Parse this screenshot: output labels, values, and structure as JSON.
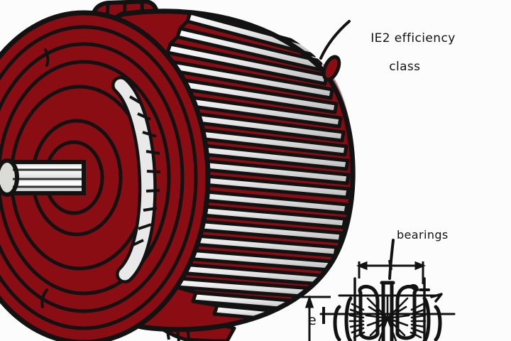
{
  "scene": {
    "title": "Hand-drawn sketch of an electric induction motor with annotations",
    "background_color": "#fdfcfc",
    "ink_color": "#121212"
  },
  "annotations": {
    "ie2": {
      "line1": "IE2 efficiency",
      "line2": "class",
      "leader": "curved-leader-line"
    },
    "bearings": {
      "label": "bearings",
      "leader": "straight-leader-line"
    },
    "dimension_e": {
      "label": "e",
      "type": "vertical-dimension"
    },
    "dimension_top": {
      "label": "",
      "type": "horizontal-dimension"
    }
  },
  "motor": {
    "body_color": "#8b0d14",
    "body_shadow_color": "#6d080f",
    "metal_color": "#d9d9d9",
    "metal_highlight_color": "#f2f2f2",
    "parts": [
      "shaft",
      "front-end-shield",
      "bearing-cover-ring",
      "cooling-fins",
      "terminal-box",
      "mounting-foot",
      "lifting-eye"
    ]
  },
  "detail_drawing": {
    "name": "bearing-cross-section",
    "description": "line-art cross section of bearing assembly"
  }
}
